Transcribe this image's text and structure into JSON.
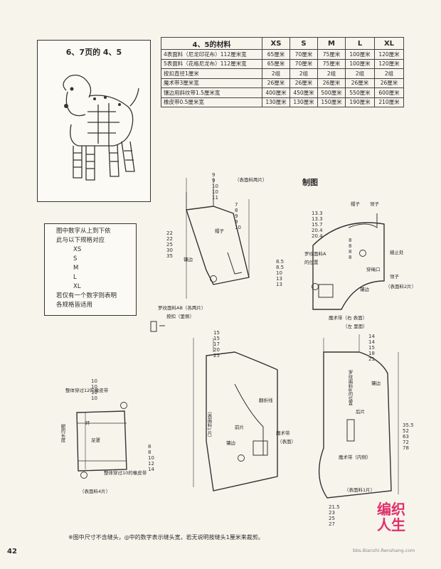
{
  "title_box": {
    "label": "6、7页的 4、5"
  },
  "materials": {
    "header": [
      "4、5的材料",
      "XS",
      "S",
      "M",
      "L",
      "XL"
    ],
    "rows": [
      [
        "4表面料（尼龙印花布）112厘米宽",
        "65厘米",
        "70厘米",
        "75厘米",
        "100厘米",
        "120厘米"
      ],
      [
        "5表面料（花格尼龙布）112厘米宽",
        "65厘米",
        "70厘米",
        "75厘米",
        "100厘米",
        "120厘米"
      ],
      [
        "按扣直径1厘米",
        "2组",
        "2组",
        "2组",
        "2组",
        "2组"
      ],
      [
        "魔术带3厘米宽",
        "26厘米",
        "26厘米",
        "26厘米",
        "26厘米",
        "26厘米"
      ],
      [
        "镶边用斜纹带1.5厘米宽",
        "400厘米",
        "450厘米",
        "500厘米",
        "550厘米",
        "600厘米"
      ],
      [
        "橡皮带0.5厘米宽",
        "130厘米",
        "130厘米",
        "150厘米",
        "190厘米",
        "210厘米"
      ]
    ]
  },
  "legend": {
    "lines": [
      "图中数字从上到下依",
      "此与以下规格对应",
      "XS",
      "S",
      "M",
      "L",
      "XL",
      "若仅有一个数字则表明",
      "各规格皆适用"
    ]
  },
  "labels": {
    "zhitu": "制图",
    "hood_top": "（表面料两片）",
    "lingzi": "领子",
    "maozi": "帽子",
    "maozi2": "帽子",
    "lingzi2": "领子",
    "lingzi_note": "（表面料2片）",
    "luowen_a": "罗纹面料A",
    "luowen_a2": "的位置",
    "rib_ab": "罗纹面料AB（各两片）",
    "anko": "按扣（里侧）",
    "mocai_front": "魔术带（右 表面）",
    "mocai_front2": "（左 里面）",
    "chuanbo": "穿绳口",
    "xiangbian": "镶边",
    "xiangbian2": "镶边",
    "xiangbian3": "镶边",
    "xiangbian4": "镶边",
    "fengzhi": "缝止处",
    "jiaoshi": "翻折线",
    "qianpian": "前片",
    "houpian": "后片",
    "mocai_back": "魔术带（内侧）",
    "mocai_mid": "魔术带",
    "mocai_mid2": "（表面）",
    "back_note": "（表面料1片）",
    "front_note": "（表面料1片）",
    "leg_note1": "整体穿过12的橡皮带",
    "leg_note2": "整体穿过10的橡皮带",
    "leg_center": "足罩",
    "leg_side": "腿的长度",
    "leg_huan": "环",
    "leg_pieces": "（表面料4片）",
    "rib_b": "罗纹面料B的位置",
    "footnote": "※图中尺寸不含缝头，◎中的数字表示缝头宽，若无说明按缝头1厘米来裁剪。",
    "page_no": "42",
    "watermark1": "编织",
    "watermark2": "人生",
    "watermark_url": "bbs.Bianzhi.Renshang.com"
  },
  "colors": {
    "line": "#333333",
    "paper": "#f7f4ec",
    "watermark": "#e0306a"
  }
}
